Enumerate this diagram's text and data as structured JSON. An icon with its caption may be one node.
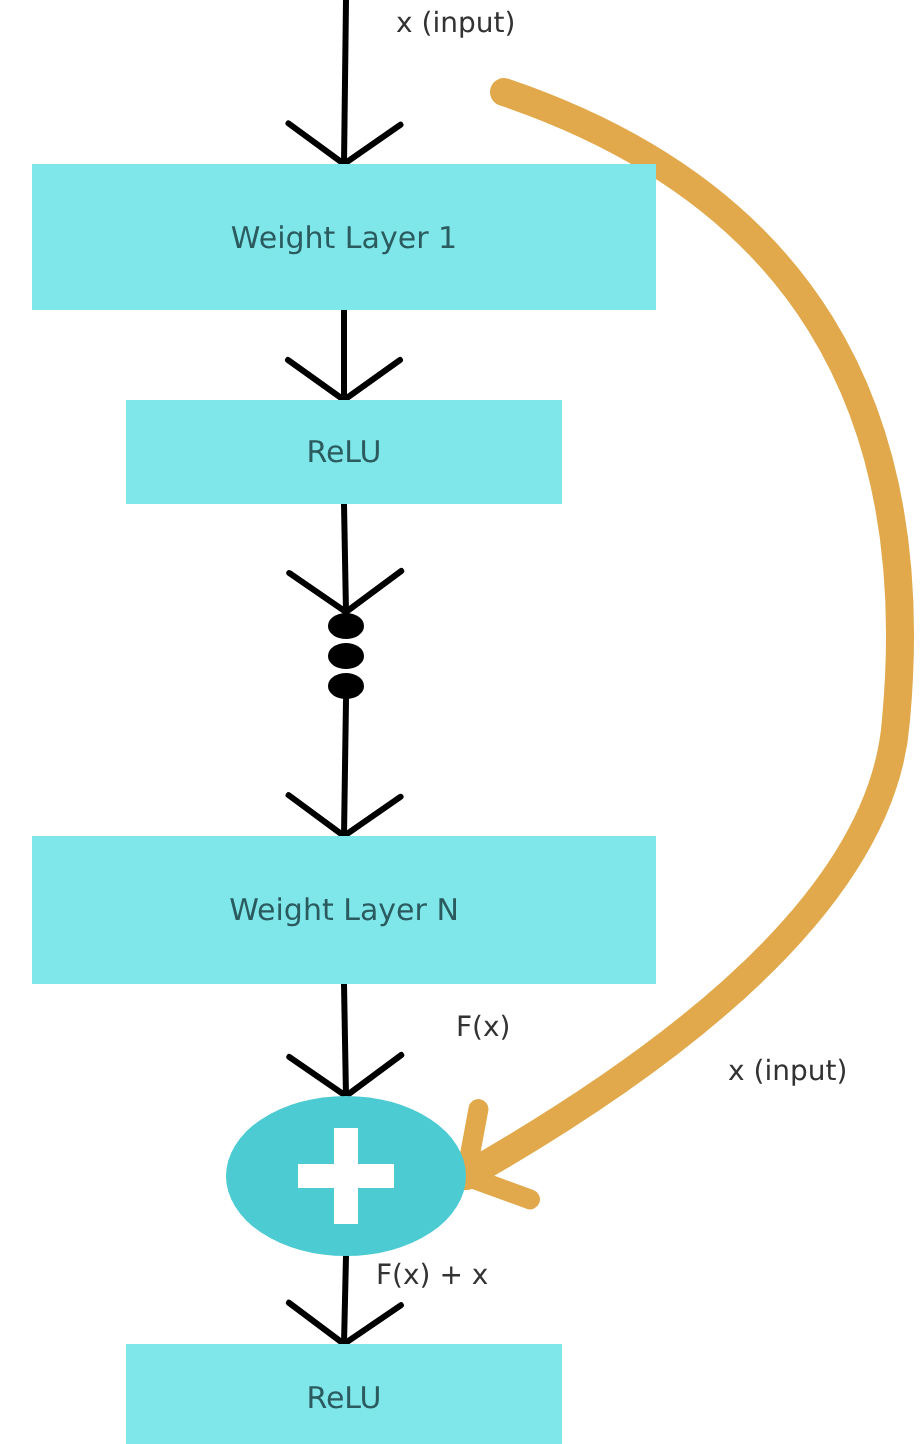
{
  "diagram": {
    "nodes": [
      {
        "text": [
          "Weight Layer 1"
        ]
      },
      {
        "text": [
          "ReLU"
        ]
      },
      {
        "text": [],
        "shape": "dots"
      },
      {
        "text": [
          "Weight Layer N"
        ]
      },
      {
        "text": [],
        "shape": "circle"
      },
      {
        "text": [
          "ReLU"
        ]
      }
    ],
    "edges": [
      {
        "from": null,
        "to": 0,
        "arrow": "to",
        "label": "x (input)"
      },
      {
        "from": 0,
        "to": 1,
        "arrow": "to"
      },
      {
        "from": 1,
        "to": 2,
        "arrow": "to"
      },
      {
        "from": 2,
        "to": 3,
        "arrow": "to"
      },
      {
        "from": 3,
        "to": 4,
        "arrow": "to",
        "label": "F(x)"
      },
      {
        "from": 4,
        "to": 5,
        "arrow": "to",
        "label": "F(x) + x"
      },
      {
        "from": null,
        "to": 4,
        "arrow": "to",
        "label": "x (input)",
        "style": "thick",
        "color": "#e1a94b"
      }
    ]
  }
}
